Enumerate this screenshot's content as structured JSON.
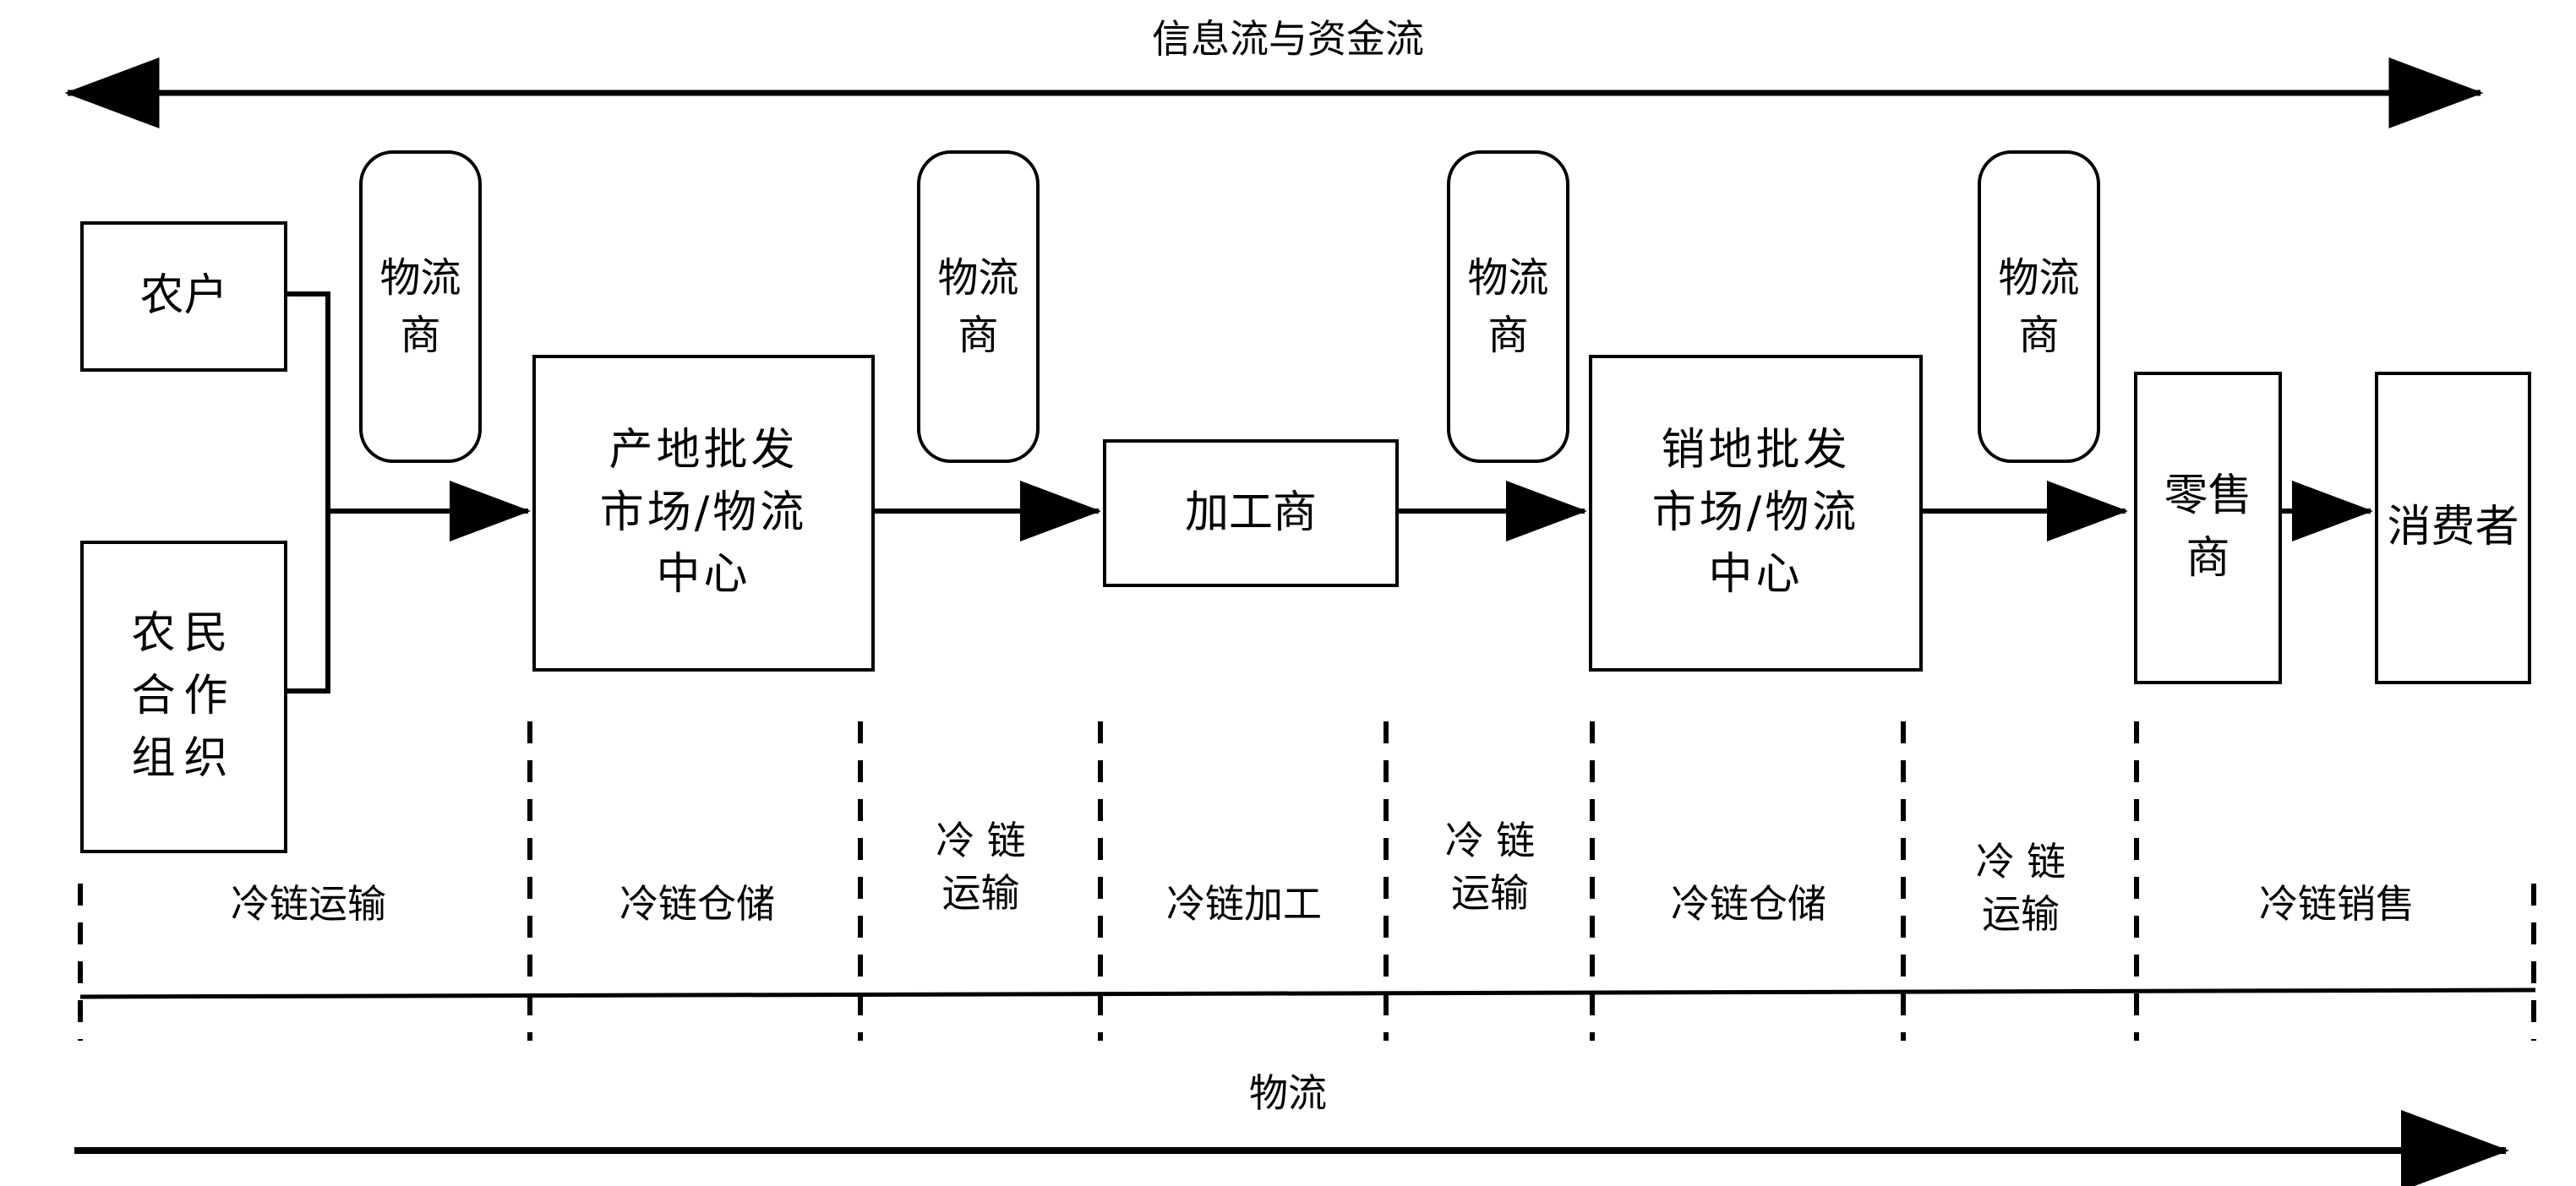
{
  "diagram": {
    "top_flow_label": "信息流与资金流",
    "bottom_flow_label": "物流",
    "top_arrow_name": "information-and-capital-flow-arrow",
    "bottom_arrow_name": "logistics-flow-arrow"
  },
  "nodes": {
    "farmer": "农户",
    "cooperative": "农民\n合作\n组织",
    "origin_wholesale": "产地批发\n市场/物流\n中心",
    "processor": "加工商",
    "sales_wholesale": "销地批发\n市场/物流\n中心",
    "retailer": "零售商",
    "consumer": "消费者"
  },
  "logistics_providers": [
    {
      "id": "lp1",
      "label": "物流商"
    },
    {
      "id": "lp2",
      "label": "物流商"
    },
    {
      "id": "lp3",
      "label": "物流商"
    },
    {
      "id": "lp4",
      "label": "物流商"
    }
  ],
  "cold_chain_segments": [
    {
      "id": "seg1",
      "label": "冷链运输"
    },
    {
      "id": "seg2",
      "label": "冷链仓储"
    },
    {
      "id": "seg3",
      "label": "冷 链\n运输"
    },
    {
      "id": "seg4",
      "label": "冷链加工"
    },
    {
      "id": "seg5",
      "label": "冷 链\n运输"
    },
    {
      "id": "seg6",
      "label": "冷链仓储"
    },
    {
      "id": "seg7",
      "label": "冷 链\n运输"
    },
    {
      "id": "seg8",
      "label": "冷链销售"
    }
  ],
  "colors": {
    "stroke": "#000000",
    "background": "#ffffff"
  }
}
